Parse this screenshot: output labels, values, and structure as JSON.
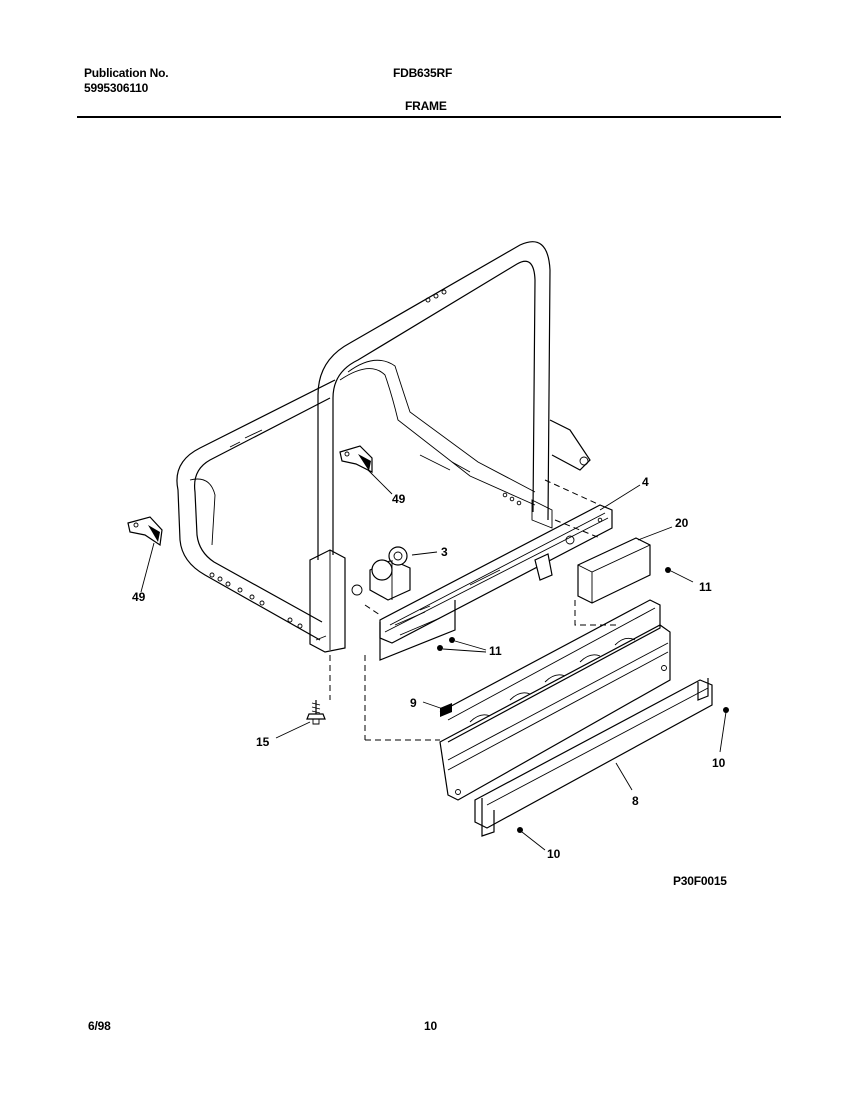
{
  "header": {
    "publication_label": "Publication No.",
    "publication_number": "5995306110",
    "model": "FDB635RF",
    "section_title": "FRAME"
  },
  "diagram": {
    "code": "P30F0015",
    "callouts": {
      "c49a": "49",
      "c49b": "49",
      "c3": "3",
      "c4": "4",
      "c20": "20",
      "c11a": "11",
      "c11b": "11",
      "c9": "9",
      "c15": "15",
      "c10a": "10",
      "c10b": "10",
      "c8": "8"
    }
  },
  "footer": {
    "date": "6/98",
    "page": "10"
  }
}
